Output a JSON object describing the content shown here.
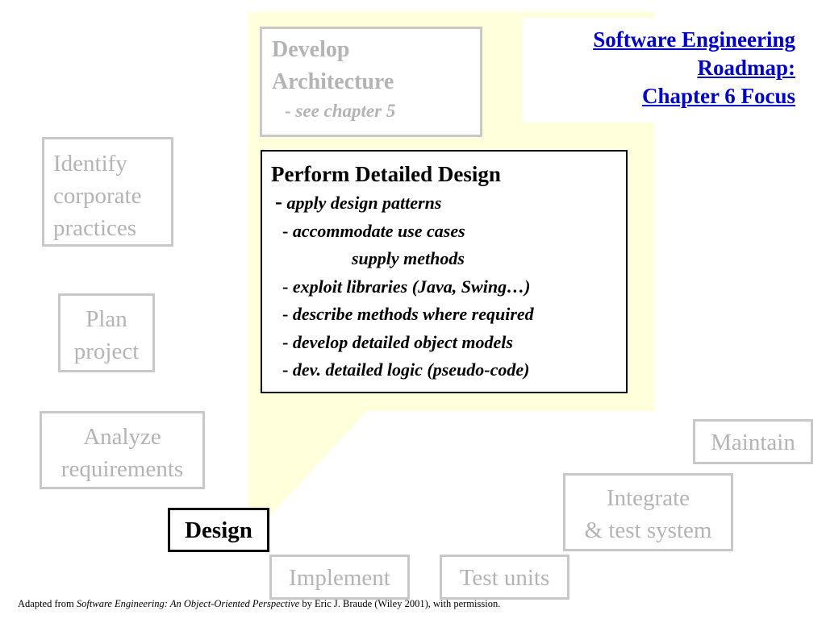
{
  "title": {
    "line1": "Software Engineering",
    "line2": "Roadmap:",
    "line3": "Chapter 6 Focus",
    "color": "#0000cc"
  },
  "develop_architecture": {
    "line1": "Develop",
    "line2": "Architecture",
    "dash": "-",
    "note": "see chapter 5"
  },
  "detailed_design": {
    "title": "Perform Detailed Design",
    "items": [
      {
        "dash": "-",
        "text": "apply design patterns"
      },
      {
        "dash": "-",
        "text": "accommodate use cases"
      },
      {
        "dash": "",
        "text": "supply methods"
      },
      {
        "dash": "-",
        "text": "exploit libraries (Java, Swing…)"
      },
      {
        "dash": "-",
        "text": "describe methods where required"
      },
      {
        "dash": "-",
        "text": "develop detailed object models"
      },
      {
        "dash": "-",
        "text": "dev. detailed logic (pseudo-code)"
      }
    ]
  },
  "steps": {
    "identify": {
      "line1": "Identify",
      "line2": "corporate",
      "line3": "practices"
    },
    "plan": {
      "line1": "Plan",
      "line2": "project"
    },
    "analyze": {
      "line1": "Analyze",
      "line2": "requirements"
    },
    "design": {
      "label": "Design"
    },
    "implement": {
      "label": "Implement"
    },
    "test_units": {
      "label": "Test units"
    },
    "integrate": {
      "line1": "Integrate",
      "line2": "& test system"
    },
    "maintain": {
      "label": "Maintain"
    }
  },
  "footer": {
    "prefix": "Adapted from ",
    "book": "Software Engineering: An Object-Oriented Perspective",
    "suffix": " by Eric J. Braude (Wiley 2001), with permission."
  },
  "colors": {
    "highlight": "#ffffdc",
    "inactive_border": "#c8c8c8",
    "inactive_text": "#b4b4b4",
    "active": "#000000"
  }
}
